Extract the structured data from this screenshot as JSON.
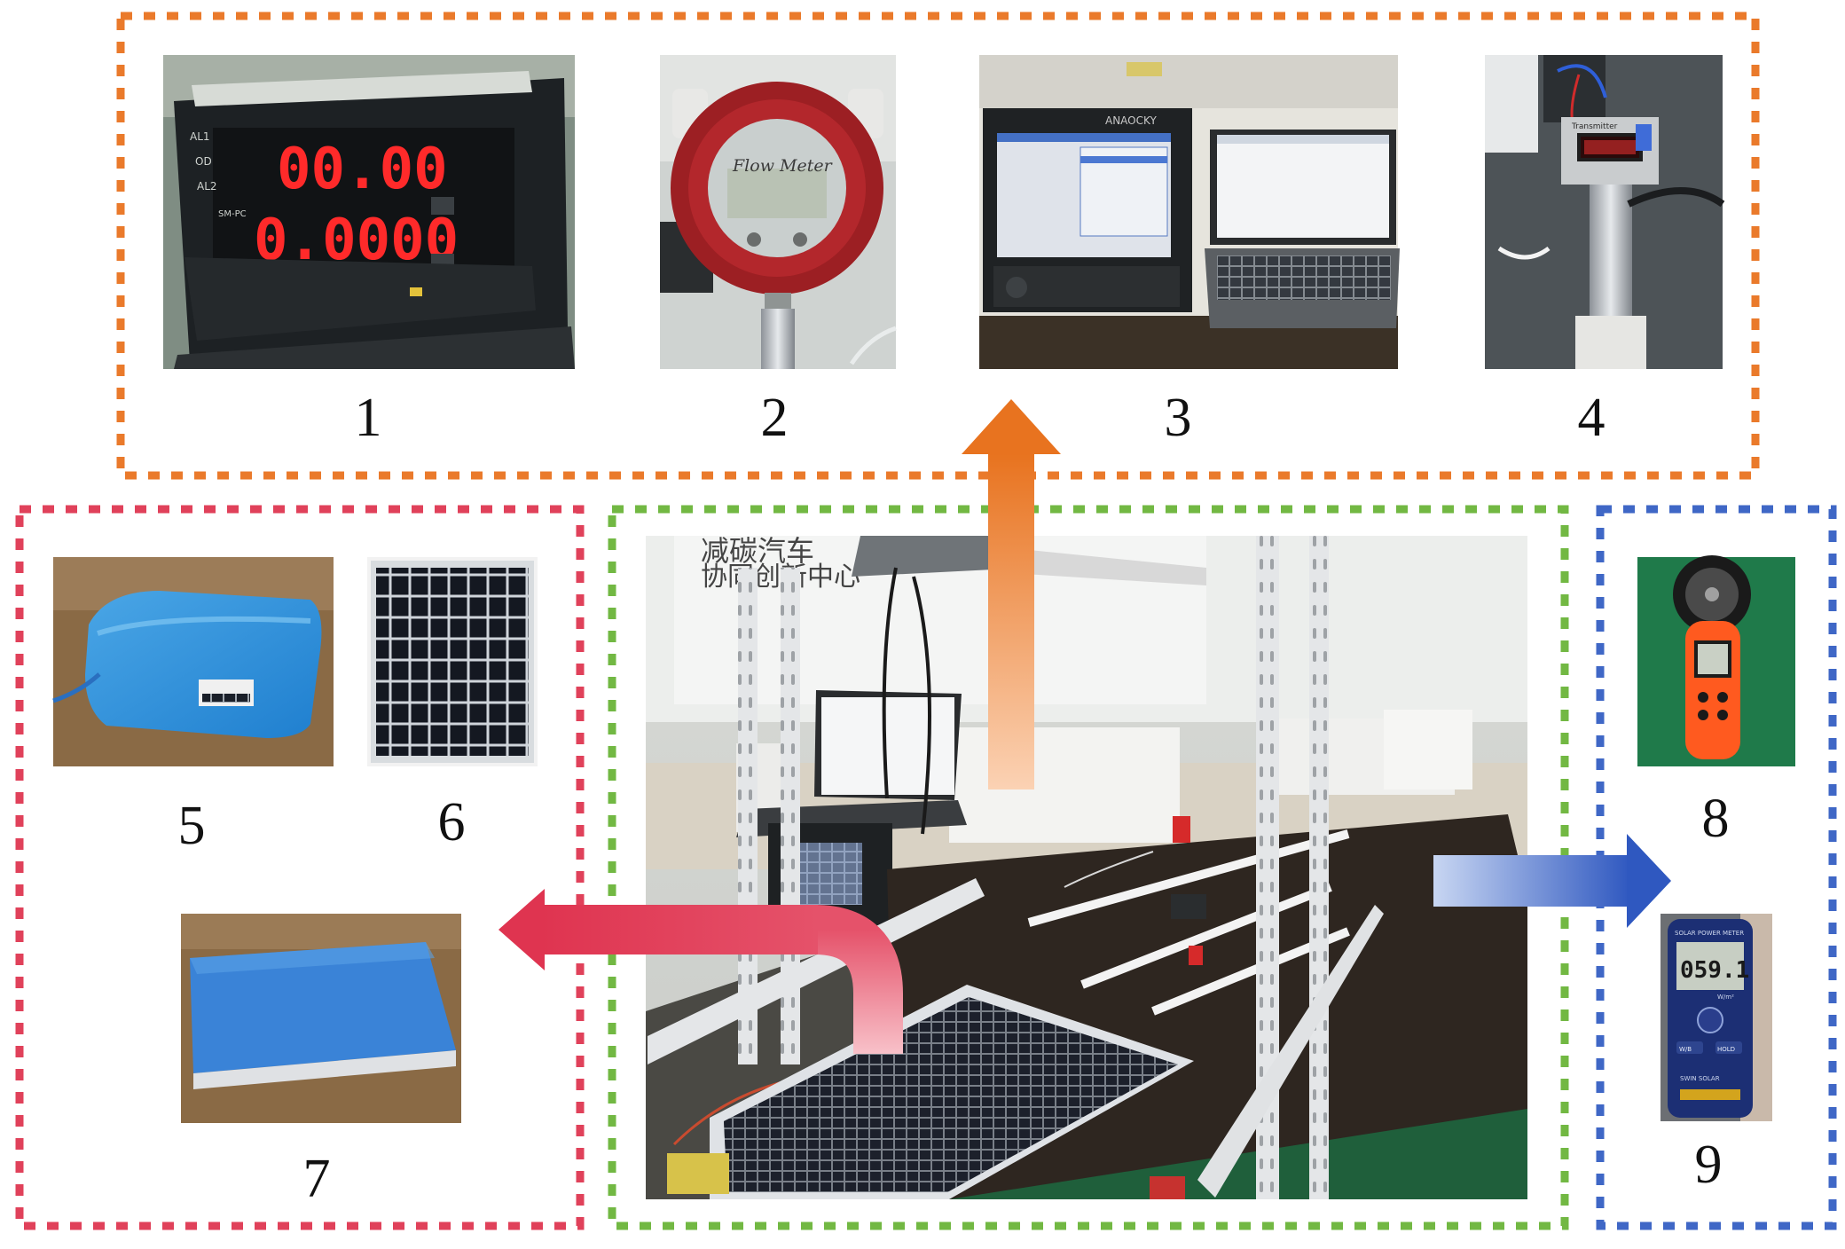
{
  "colors": {
    "monitoring_box": "#ea7a2b",
    "storage_box": "#e0415a",
    "test_bench_box": "#72b843",
    "weather_box": "#3f67c6",
    "arrow_up": "#e97a2a",
    "arrow_left": "#e03a55",
    "arrow_right": "#3a62c4"
  },
  "items": [
    {
      "id": "1",
      "label": "1",
      "icon": "digital-display-meter"
    },
    {
      "id": "2",
      "label": "2",
      "icon": "flow-meter"
    },
    {
      "id": "3",
      "label": "3",
      "icon": "data-logger-and-laptop"
    },
    {
      "id": "4",
      "label": "4",
      "icon": "pressure-transmitter"
    },
    {
      "id": "5",
      "label": "5",
      "icon": "battery-pack"
    },
    {
      "id": "6",
      "label": "6",
      "icon": "solar-panel"
    },
    {
      "id": "7",
      "label": "7",
      "icon": "flat-thermal-module"
    },
    {
      "id": "8",
      "label": "8",
      "icon": "anemometer"
    },
    {
      "id": "9",
      "label": "9",
      "icon": "solar-power-meter"
    }
  ],
  "photo_text": {
    "meter_top": "00.00",
    "meter_bottom": "0.0000",
    "meter_tags": [
      "AL1",
      "OD",
      "AL2",
      "SM-PC"
    ],
    "flow_meter": "Flow Meter",
    "logger_brand": "ANAOCKY",
    "transmitter": "Transmitter",
    "solar_meter_reading": "059.1",
    "solar_meter_title": "SOLAR POWER METER",
    "solar_meter_unit": "W/m²",
    "solar_meter_buttons": [
      "W/B",
      "HOLD"
    ],
    "solar_meter_brand": "SWIN SOLAR",
    "wall_text_1": "减碳汽车",
    "wall_text_2": "协同创新中心"
  }
}
